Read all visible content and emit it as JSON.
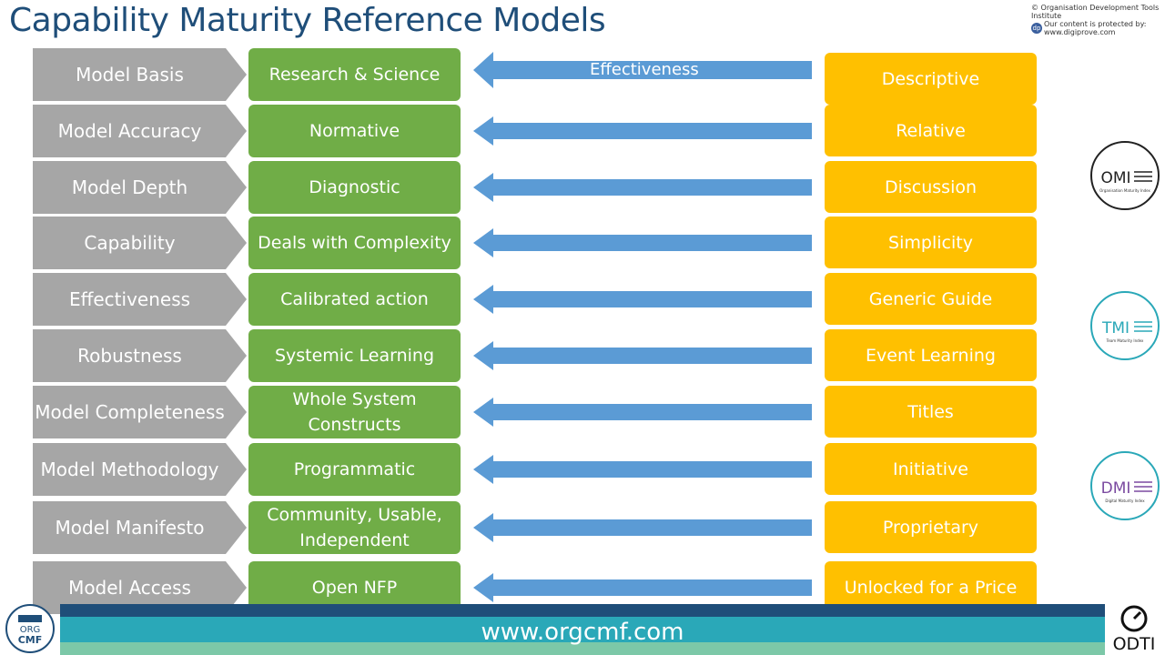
{
  "title": "Capability Maturity Reference Models",
  "copyright": {
    "line1": "© Organisation Development Tools Institute",
    "line2": "Our content is protected by:",
    "line3": "www.digiprove.com"
  },
  "arrow_label": "Effectiveness",
  "rows": [
    {
      "criterion": "Model Basis",
      "open": "Research & Science",
      "proprietary": "Descriptive"
    },
    {
      "criterion": "Model Accuracy",
      "open": "Normative",
      "proprietary": "Relative"
    },
    {
      "criterion": "Model Depth",
      "open": "Diagnostic",
      "proprietary": "Discussion"
    },
    {
      "criterion": "Capability",
      "open": "Deals with Complexity",
      "proprietary": "Simplicity"
    },
    {
      "criterion": "Effectiveness",
      "open": "Calibrated action",
      "proprietary": "Generic Guide"
    },
    {
      "criterion": "Robustness",
      "open": "Systemic Learning",
      "proprietary": "Event Learning"
    },
    {
      "criterion": "Model Completeness",
      "open": "Whole System Constructs",
      "proprietary": "Titles"
    },
    {
      "criterion": "Model Methodology",
      "open": "Programmatic",
      "proprietary": "Initiative"
    },
    {
      "criterion": "Model Manifesto",
      "open": "Community, Usable, Independent",
      "proprietary": "Proprietary"
    },
    {
      "criterion": "Model Access",
      "open": "Open NFP",
      "proprietary": "Unlocked for a Price"
    }
  ],
  "badges": [
    {
      "name": "omi-logo",
      "abbr": "OMI",
      "caption": "Organisation Maturity Index",
      "color": "#222222"
    },
    {
      "name": "tmi-logo",
      "abbr": "TMI",
      "caption": "Team Maturity Index",
      "color": "#2aa8b8"
    },
    {
      "name": "dmi-logo",
      "abbr": "DMI",
      "caption": "Digital Maturity Index",
      "color": "#7b4aa0"
    }
  ],
  "footer": {
    "url": "www.orgcmf.com"
  },
  "logos": {
    "left": "ORG CMF",
    "right": "ODTI"
  },
  "colors": {
    "title": "#1f4e79",
    "gray": "#a6a6a6",
    "green": "#70ad47",
    "yellow": "#ffc000",
    "arrow": "#5b9bd5"
  }
}
